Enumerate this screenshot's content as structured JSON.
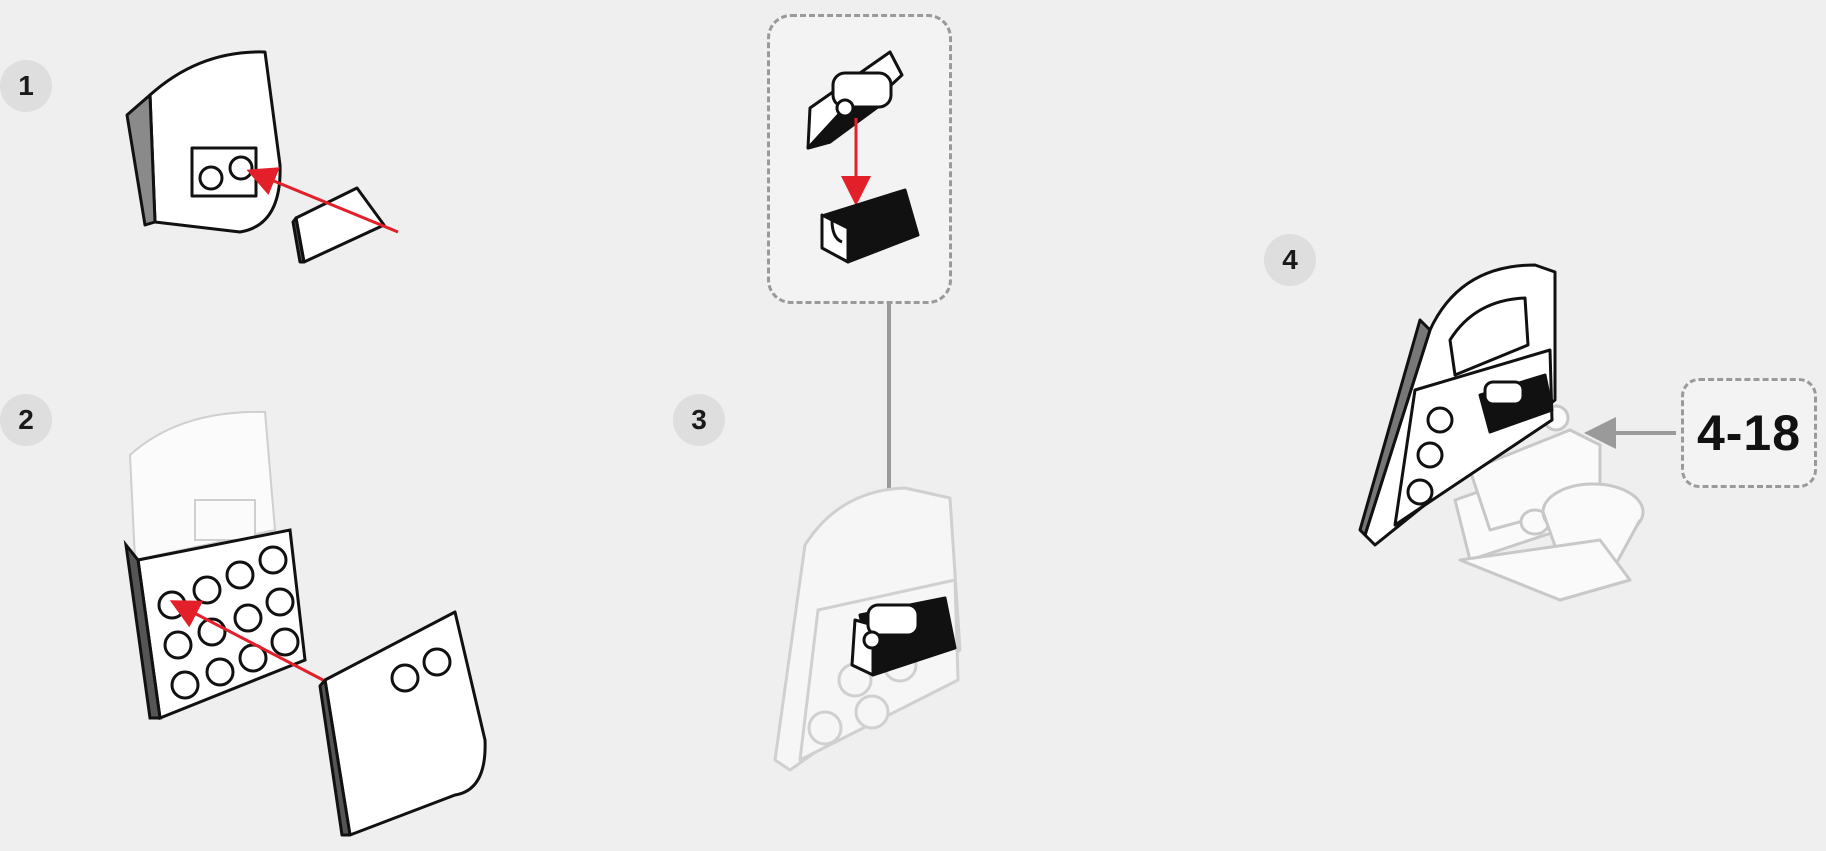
{
  "steps": [
    {
      "number": "1"
    },
    {
      "number": "2"
    },
    {
      "number": "3"
    },
    {
      "number": "4"
    }
  ],
  "reference": {
    "label": "4-18"
  },
  "colors": {
    "background": "#efefef",
    "arrow_red": "#e3202a",
    "arrow_gray": "#9a9a9a",
    "badge": "#dedede",
    "part_dark": "#111111",
    "part_light": "#ffffff",
    "ghost": "#d6d6d6"
  }
}
